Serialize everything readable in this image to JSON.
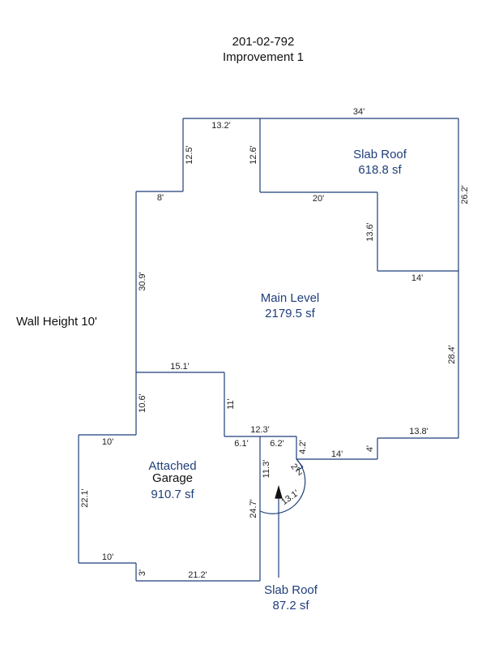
{
  "header": {
    "parcel_id": "201-02-792",
    "improvement": "Improvement 1"
  },
  "wall_height": "Wall Height 10'",
  "areas": {
    "slab_roof_top": {
      "name": "Slab Roof",
      "area": "618.8 sf"
    },
    "main_level": {
      "name": "Main Level",
      "area": "2179.5 sf"
    },
    "garage": {
      "name_line1": "Attached",
      "name_line2": "Garage",
      "area": "910.7 sf"
    },
    "slab_roof_bottom": {
      "name": "Slab Roof",
      "area": "87.2 sf"
    }
  },
  "dimensions": {
    "d34": "34'",
    "d13_2": "13.2'",
    "d12_5": "12.5'",
    "d12_6": "12.6'",
    "d8": "8'",
    "d20": "20'",
    "d13_6": "13.6'",
    "d26_2": "26.2'",
    "d14_top": "14'",
    "d30_9": "30.9'",
    "d28_4": "28.4'",
    "d15_1": "15.1'",
    "d10_6": "10.6'",
    "d11": "11'",
    "d12_3": "12.3'",
    "d13_8": "13.8'",
    "d10_top": "10'",
    "d6_1": "6.1'",
    "d6_2": "6.2'",
    "d4_2": "4.2'",
    "d4": "4'",
    "d14_bot": "14'",
    "d11_3": "11.3'",
    "d2_a": "2'",
    "d2_b": "2'",
    "d22_1": "22.1'",
    "d13_1": "13.1'",
    "d24_7": "24.7'",
    "d10_bot": "10'",
    "d3": "3'",
    "d21_2": "21.2'"
  }
}
